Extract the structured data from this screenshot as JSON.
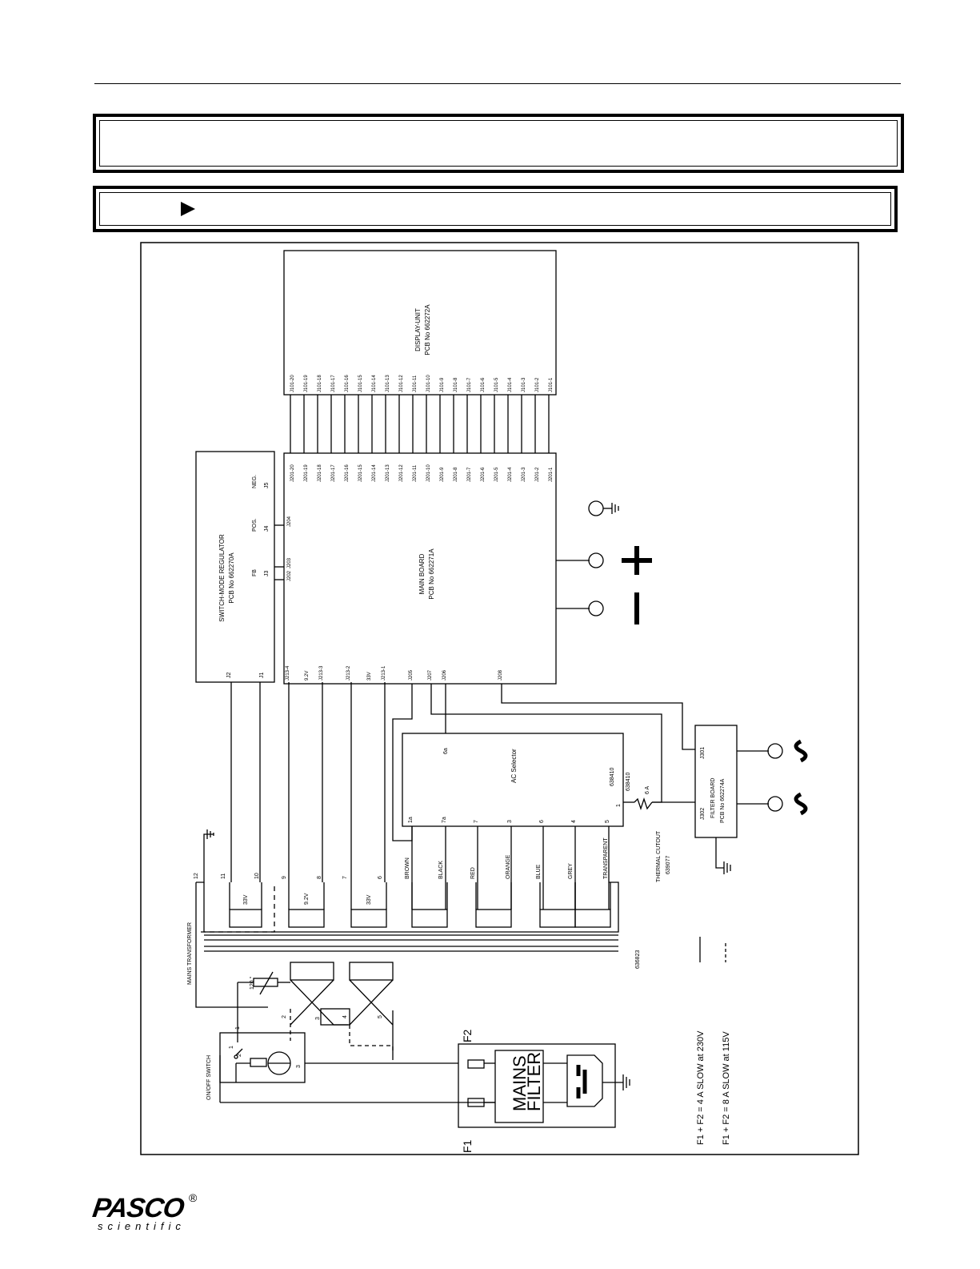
{
  "header": {
    "section_title": "",
    "subsection_title": ""
  },
  "diagram": {
    "display_unit": {
      "name": "DISPLAY-UNIT",
      "pcb": "PCB No 662272A",
      "pins": [
        "J101-20",
        "J101-19",
        "J101-18",
        "J101-17",
        "J101-16",
        "J101-15",
        "J101-14",
        "J101-13",
        "J101-12",
        "J101-11",
        "J101-10",
        "J101-9",
        "J101-8",
        "J101-7",
        "J101-6",
        "J101-5",
        "J101-4",
        "J101-3",
        "J101-2",
        "J101-1"
      ]
    },
    "main_board": {
      "name": "MAIN BOARD",
      "pcb": "PCB No 662271A",
      "pins": [
        "J201-20",
        "J201-19",
        "J201-18",
        "J201-17",
        "J201-16",
        "J201-15",
        "J201-14",
        "J201-13",
        "J201-12",
        "J201-11",
        "J201-10",
        "J201-9",
        "J201-8",
        "J201-7",
        "J201-6",
        "J201-5",
        "J201-4",
        "J201-3",
        "J201-2",
        "J201-1"
      ],
      "left_pins": [
        "J202",
        "J203",
        "J204"
      ],
      "bottom_pins": [
        "J213-4",
        "9.2V",
        "J213-3",
        "J213-2",
        "33V",
        "J213-1",
        "J205",
        "J207",
        "J206",
        "J208"
      ]
    },
    "regulator": {
      "name": "SWITCH-MODE REGULATOR",
      "pcb": "PCB No 662270A",
      "pins": [
        "FB",
        "POS.",
        "NEG.",
        "J3",
        "J4",
        "J5",
        "J2",
        "J1"
      ]
    },
    "ac_selector": {
      "name": "AC Selector",
      "part": "638410",
      "pins": [
        "1a",
        "7a",
        "7",
        "3",
        "6",
        "4",
        "5",
        "1",
        "6a"
      ]
    },
    "filter_board": {
      "name": "FILTER BOARD",
      "pcb": "PCB No 662274A",
      "pins": [
        "J301",
        "J302"
      ]
    },
    "thermal": {
      "name": "THERMAL CUTOUT",
      "part": "639077",
      "rating": "6 A"
    },
    "transformer": {
      "name": "MAINS TRANSFORMER",
      "part": "636823",
      "resistor": "120 °",
      "pins": [
        "12",
        "11",
        "10",
        "9",
        "8",
        "7",
        "6",
        "1",
        "2",
        "3",
        "4",
        "5"
      ],
      "taps": [
        "33V",
        "9.2V",
        "33V"
      ]
    },
    "wires": [
      "BROWN",
      "BLACK",
      "RED",
      "ORANGE",
      "BLUE",
      "GREY",
      "TRANSPARENT"
    ],
    "switch": {
      "name": "ON/OFF SWITCH",
      "pins": [
        "1",
        "2",
        "3"
      ]
    },
    "mains_filter": {
      "line1": "MAINS",
      "line2": "FILTER"
    },
    "fuses": [
      "F1",
      "F2"
    ],
    "legend": [
      "F1 + F2  =  4  A  SLOW  at  230V",
      "F1 + F2  =  8  A  SLOW  at  115V"
    ]
  },
  "footer": {
    "brand": "PASCO",
    "reg": "®",
    "sub": "scientific"
  }
}
